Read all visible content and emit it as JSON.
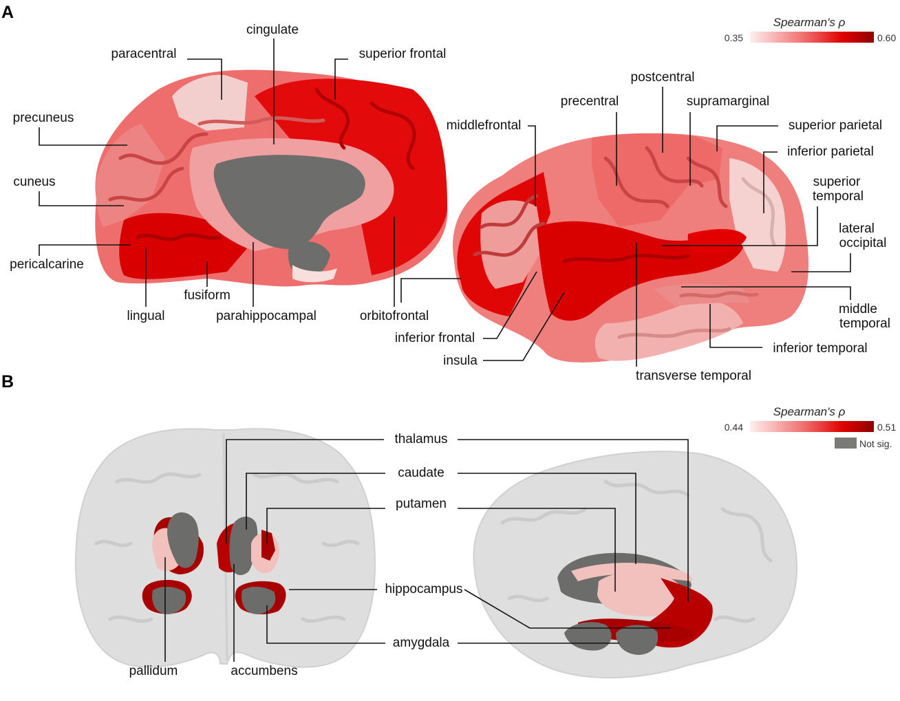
{
  "panel_a": {
    "letter": "A",
    "colorbar": {
      "title": "Spearman's ρ",
      "min": "0.35",
      "max": "0.60"
    },
    "medial_labels": {
      "cingulate": "cingulate",
      "paracentral": "paracentral",
      "superior_frontal": "superior frontal",
      "precuneus": "precuneus",
      "cuneus": "cuneus",
      "pericalcarine": "pericalcarine",
      "fusiform": "fusiform",
      "lingual": "lingual",
      "parahippocampal": "parahippocampal",
      "orbitofrontal": "orbitofrontal"
    },
    "lateral_labels": {
      "postcentral": "postcentral",
      "precentral": "precentral",
      "supramarginal": "supramarginal",
      "middlefrontal": "middlefrontal",
      "superior_parietal": "superior parietal",
      "inferior_parietal": "inferior parietal",
      "superior_temporal_1": "superior",
      "superior_temporal_2": "temporal",
      "lateral_occipital_1": "lateral",
      "lateral_occipital_2": "occipital",
      "middle_temporal_1": "middle",
      "middle_temporal_2": "temporal",
      "inferior_temporal": "inferior temporal",
      "inferior_frontal": "inferior frontal",
      "insula": "insula",
      "transverse_temporal": "transverse temporal"
    }
  },
  "panel_b": {
    "letter": "B",
    "colorbar": {
      "title": "Spearman's ρ",
      "min": "0.44",
      "max": "0.51",
      "not_sig": "Not sig."
    },
    "labels": {
      "thalamus": "thalamus",
      "caudate": "caudate",
      "putamen": "putamen",
      "hippocampus": "hippocampus",
      "amygdala": "amygdala",
      "pallidum": "pallidum",
      "accumbens": "accumbens"
    }
  },
  "colors": {
    "scale_low": "#fbe3e1",
    "scale_mid": "#ee5a5a",
    "scale_high": "#e60000",
    "scale_max": "#9b0000",
    "not_significant": "#6c6c6a",
    "background_brain": "#dcdcdc"
  }
}
